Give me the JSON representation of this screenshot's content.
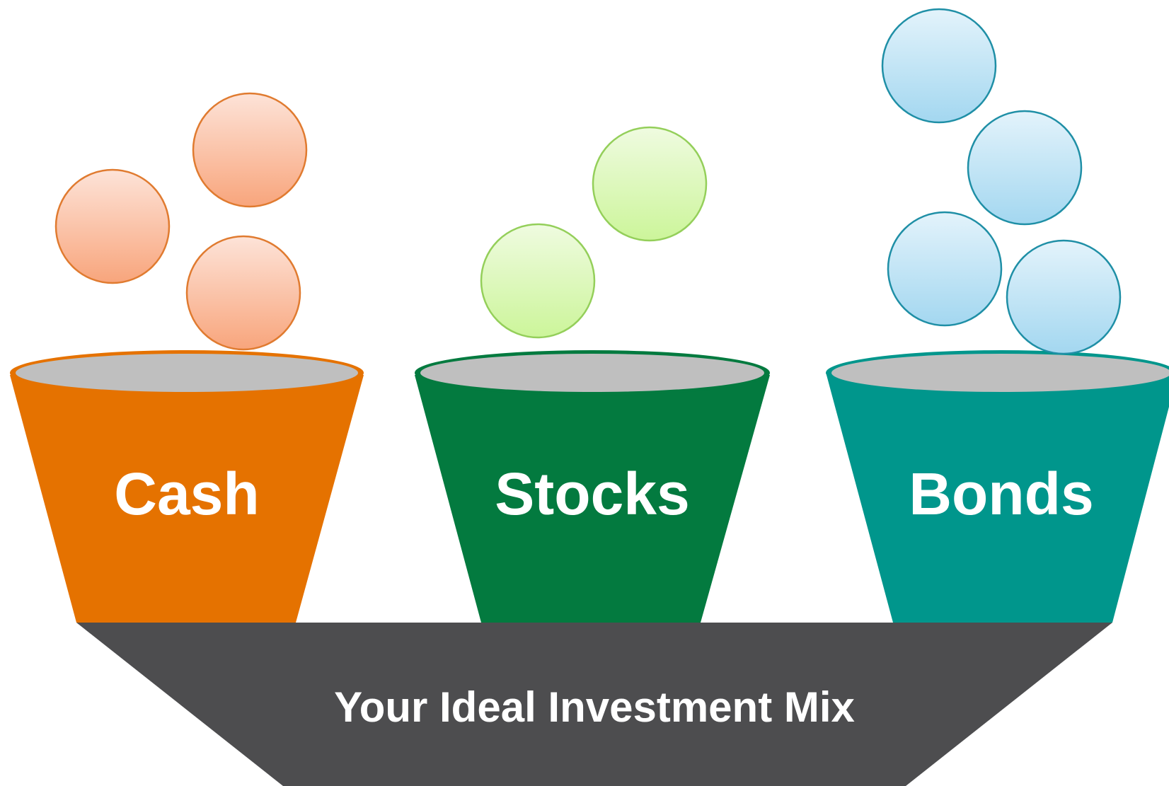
{
  "diagram": {
    "funnel_label": "Your Ideal Investment Mix",
    "buckets": [
      {
        "label": "Cash",
        "balls": 3,
        "color": "#e57200",
        "ball_color": "#f8a97f",
        "ball_stroke": "#e07b30"
      },
      {
        "label": "Stocks",
        "balls": 2,
        "color": "#037a3f",
        "ball_color": "#d4f5a4",
        "ball_stroke": "#94cf5a"
      },
      {
        "label": "Bonds",
        "balls": 4,
        "color": "#00968c",
        "ball_color": "#a8d9f1",
        "ball_stroke": "#1f8fa6"
      }
    ],
    "funnel_color": "#4d4d4f",
    "bucket_top_color": "#bfbfbf"
  }
}
